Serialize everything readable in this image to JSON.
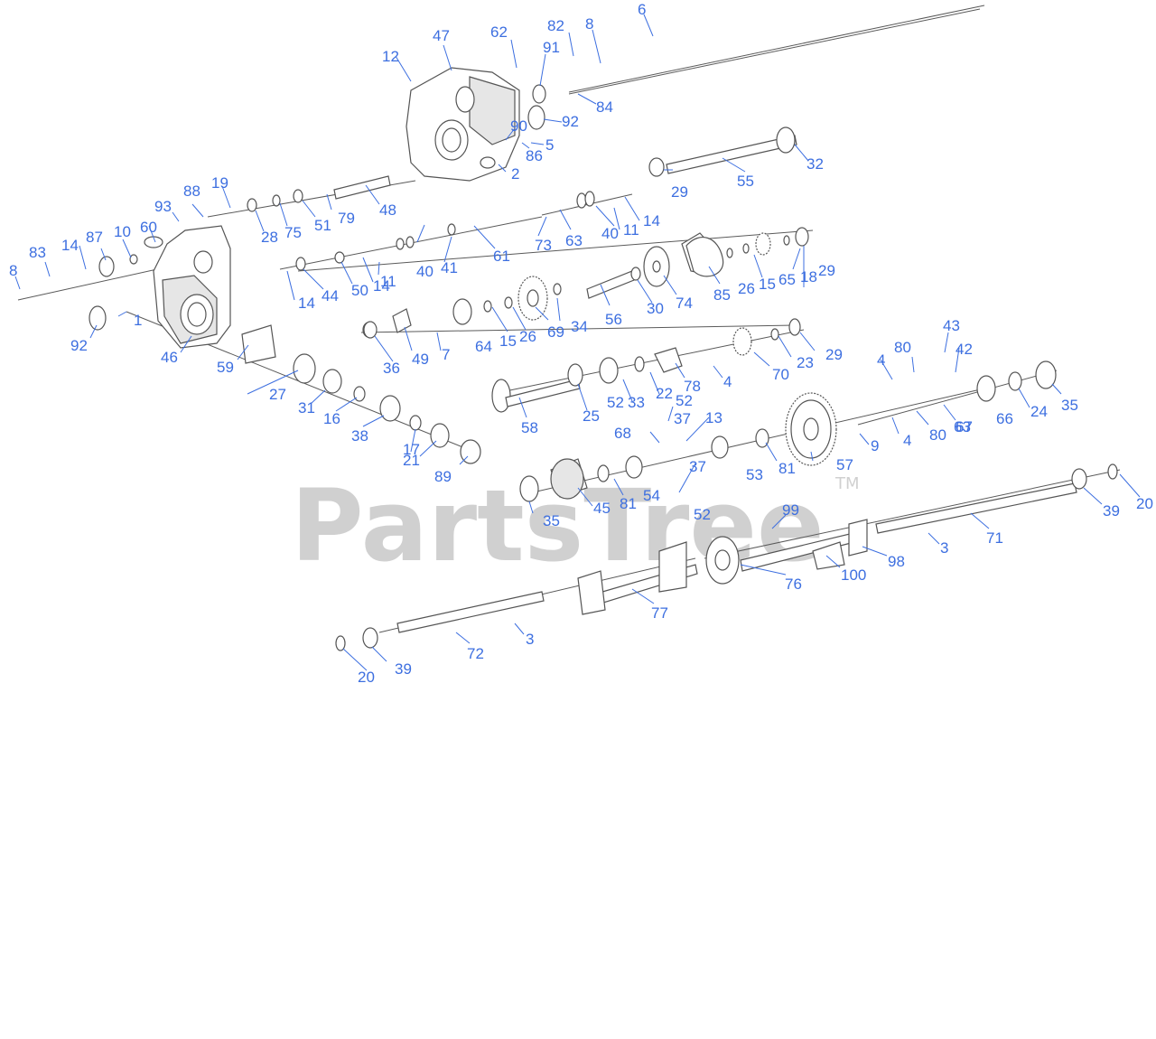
{
  "watermark": {
    "text": "PartsTree",
    "trademark": "TM"
  },
  "callouts": [
    {
      "id": "c1",
      "label": "1"
    },
    {
      "id": "c2",
      "label": "2"
    },
    {
      "id": "c3a",
      "label": "3"
    },
    {
      "id": "c3b",
      "label": "3"
    },
    {
      "id": "c4a",
      "label": "4"
    },
    {
      "id": "c4b",
      "label": "4"
    },
    {
      "id": "c4c",
      "label": "4"
    },
    {
      "id": "c5",
      "label": "5"
    },
    {
      "id": "c6",
      "label": "6"
    },
    {
      "id": "c7",
      "label": "7"
    },
    {
      "id": "c8a",
      "label": "8"
    },
    {
      "id": "c8b",
      "label": "8"
    },
    {
      "id": "c9",
      "label": "9"
    },
    {
      "id": "c10",
      "label": "10"
    },
    {
      "id": "c11a",
      "label": "11"
    },
    {
      "id": "c11b",
      "label": "11"
    },
    {
      "id": "c12",
      "label": "12"
    },
    {
      "id": "c13",
      "label": "13"
    },
    {
      "id": "c14a",
      "label": "14"
    },
    {
      "id": "c14b",
      "label": "14"
    },
    {
      "id": "c14c",
      "label": "14"
    },
    {
      "id": "c14d",
      "label": "14"
    },
    {
      "id": "c15a",
      "label": "15"
    },
    {
      "id": "c15b",
      "label": "15"
    },
    {
      "id": "c16",
      "label": "16"
    },
    {
      "id": "c17",
      "label": "17"
    },
    {
      "id": "c18",
      "label": "18"
    },
    {
      "id": "c19",
      "label": "19"
    },
    {
      "id": "c20a",
      "label": "20"
    },
    {
      "id": "c20b",
      "label": "20"
    },
    {
      "id": "c21",
      "label": "21"
    },
    {
      "id": "c22",
      "label": "22"
    },
    {
      "id": "c23",
      "label": "23"
    },
    {
      "id": "c24",
      "label": "24"
    },
    {
      "id": "c25",
      "label": "25"
    },
    {
      "id": "c26a",
      "label": "26"
    },
    {
      "id": "c26b",
      "label": "26"
    },
    {
      "id": "c27",
      "label": "27"
    },
    {
      "id": "c28",
      "label": "28"
    },
    {
      "id": "c29a",
      "label": "29"
    },
    {
      "id": "c29b",
      "label": "29"
    },
    {
      "id": "c29c",
      "label": "29"
    },
    {
      "id": "c30",
      "label": "30"
    },
    {
      "id": "c31",
      "label": "31"
    },
    {
      "id": "c32",
      "label": "32"
    },
    {
      "id": "c33",
      "label": "33"
    },
    {
      "id": "c34",
      "label": "34"
    },
    {
      "id": "c35a",
      "label": "35"
    },
    {
      "id": "c35b",
      "label": "35"
    },
    {
      "id": "c36",
      "label": "36"
    },
    {
      "id": "c37a",
      "label": "37"
    },
    {
      "id": "c37b",
      "label": "37"
    },
    {
      "id": "c38",
      "label": "38"
    },
    {
      "id": "c39a",
      "label": "39"
    },
    {
      "id": "c39b",
      "label": "39"
    },
    {
      "id": "c40a",
      "label": "40"
    },
    {
      "id": "c40b",
      "label": "40"
    },
    {
      "id": "c41",
      "label": "41"
    },
    {
      "id": "c42",
      "label": "42"
    },
    {
      "id": "c43",
      "label": "43"
    },
    {
      "id": "c44",
      "label": "44"
    },
    {
      "id": "c45",
      "label": "45"
    },
    {
      "id": "c46",
      "label": "46"
    },
    {
      "id": "c47",
      "label": "47"
    },
    {
      "id": "c48",
      "label": "48"
    },
    {
      "id": "c49",
      "label": "49"
    },
    {
      "id": "c50",
      "label": "50"
    },
    {
      "id": "c51",
      "label": "51"
    },
    {
      "id": "c52a",
      "label": "52"
    },
    {
      "id": "c52b",
      "label": "52"
    },
    {
      "id": "c52c",
      "label": "52"
    },
    {
      "id": "c53",
      "label": "53"
    },
    {
      "id": "c54",
      "label": "54"
    },
    {
      "id": "c55",
      "label": "55"
    },
    {
      "id": "c56",
      "label": "56"
    },
    {
      "id": "c57",
      "label": "57"
    },
    {
      "id": "c58",
      "label": "58"
    },
    {
      "id": "c59",
      "label": "59"
    },
    {
      "id": "c60",
      "label": "60"
    },
    {
      "id": "c61",
      "label": "61"
    },
    {
      "id": "c62",
      "label": "62"
    },
    {
      "id": "c63a",
      "label": "63"
    },
    {
      "id": "c63b",
      "label": "63"
    },
    {
      "id": "c64",
      "label": "64"
    },
    {
      "id": "c65",
      "label": "65"
    },
    {
      "id": "c66",
      "label": "66"
    },
    {
      "id": "c67",
      "label": "67"
    },
    {
      "id": "c68",
      "label": "68"
    },
    {
      "id": "c69",
      "label": "69"
    },
    {
      "id": "c70",
      "label": "70"
    },
    {
      "id": "c71",
      "label": "71"
    },
    {
      "id": "c72",
      "label": "72"
    },
    {
      "id": "c73",
      "label": "73"
    },
    {
      "id": "c74",
      "label": "74"
    },
    {
      "id": "c75",
      "label": "75"
    },
    {
      "id": "c76",
      "label": "76"
    },
    {
      "id": "c77",
      "label": "77"
    },
    {
      "id": "c78",
      "label": "78"
    },
    {
      "id": "c79",
      "label": "79"
    },
    {
      "id": "c80a",
      "label": "80"
    },
    {
      "id": "c80b",
      "label": "80"
    },
    {
      "id": "c81a",
      "label": "81"
    },
    {
      "id": "c81b",
      "label": "81"
    },
    {
      "id": "c82",
      "label": "82"
    },
    {
      "id": "c83",
      "label": "83"
    },
    {
      "id": "c84",
      "label": "84"
    },
    {
      "id": "c85",
      "label": "85"
    },
    {
      "id": "c86",
      "label": "86"
    },
    {
      "id": "c87",
      "label": "87"
    },
    {
      "id": "c88",
      "label": "88"
    },
    {
      "id": "c89",
      "label": "89"
    },
    {
      "id": "c90",
      "label": "90"
    },
    {
      "id": "c91",
      "label": "91"
    },
    {
      "id": "c92a",
      "label": "92"
    },
    {
      "id": "c92b",
      "label": "92"
    },
    {
      "id": "c93",
      "label": "93"
    },
    {
      "id": "c98",
      "label": "98"
    },
    {
      "id": "c99",
      "label": "99"
    },
    {
      "id": "c100",
      "label": "100"
    }
  ]
}
